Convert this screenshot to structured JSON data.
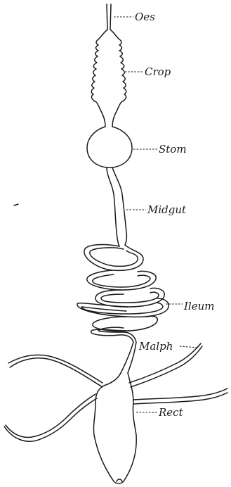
{
  "labels": {
    "oesophagus": "Oes",
    "crop": "Crop",
    "stomach": "Stom",
    "midgut": "Midgut",
    "ileum": "Ileum",
    "malpighian": "Malph",
    "rectum": "Rect"
  },
  "colors": {
    "ink": "#1a1a1a",
    "paper": "#ffffff"
  }
}
